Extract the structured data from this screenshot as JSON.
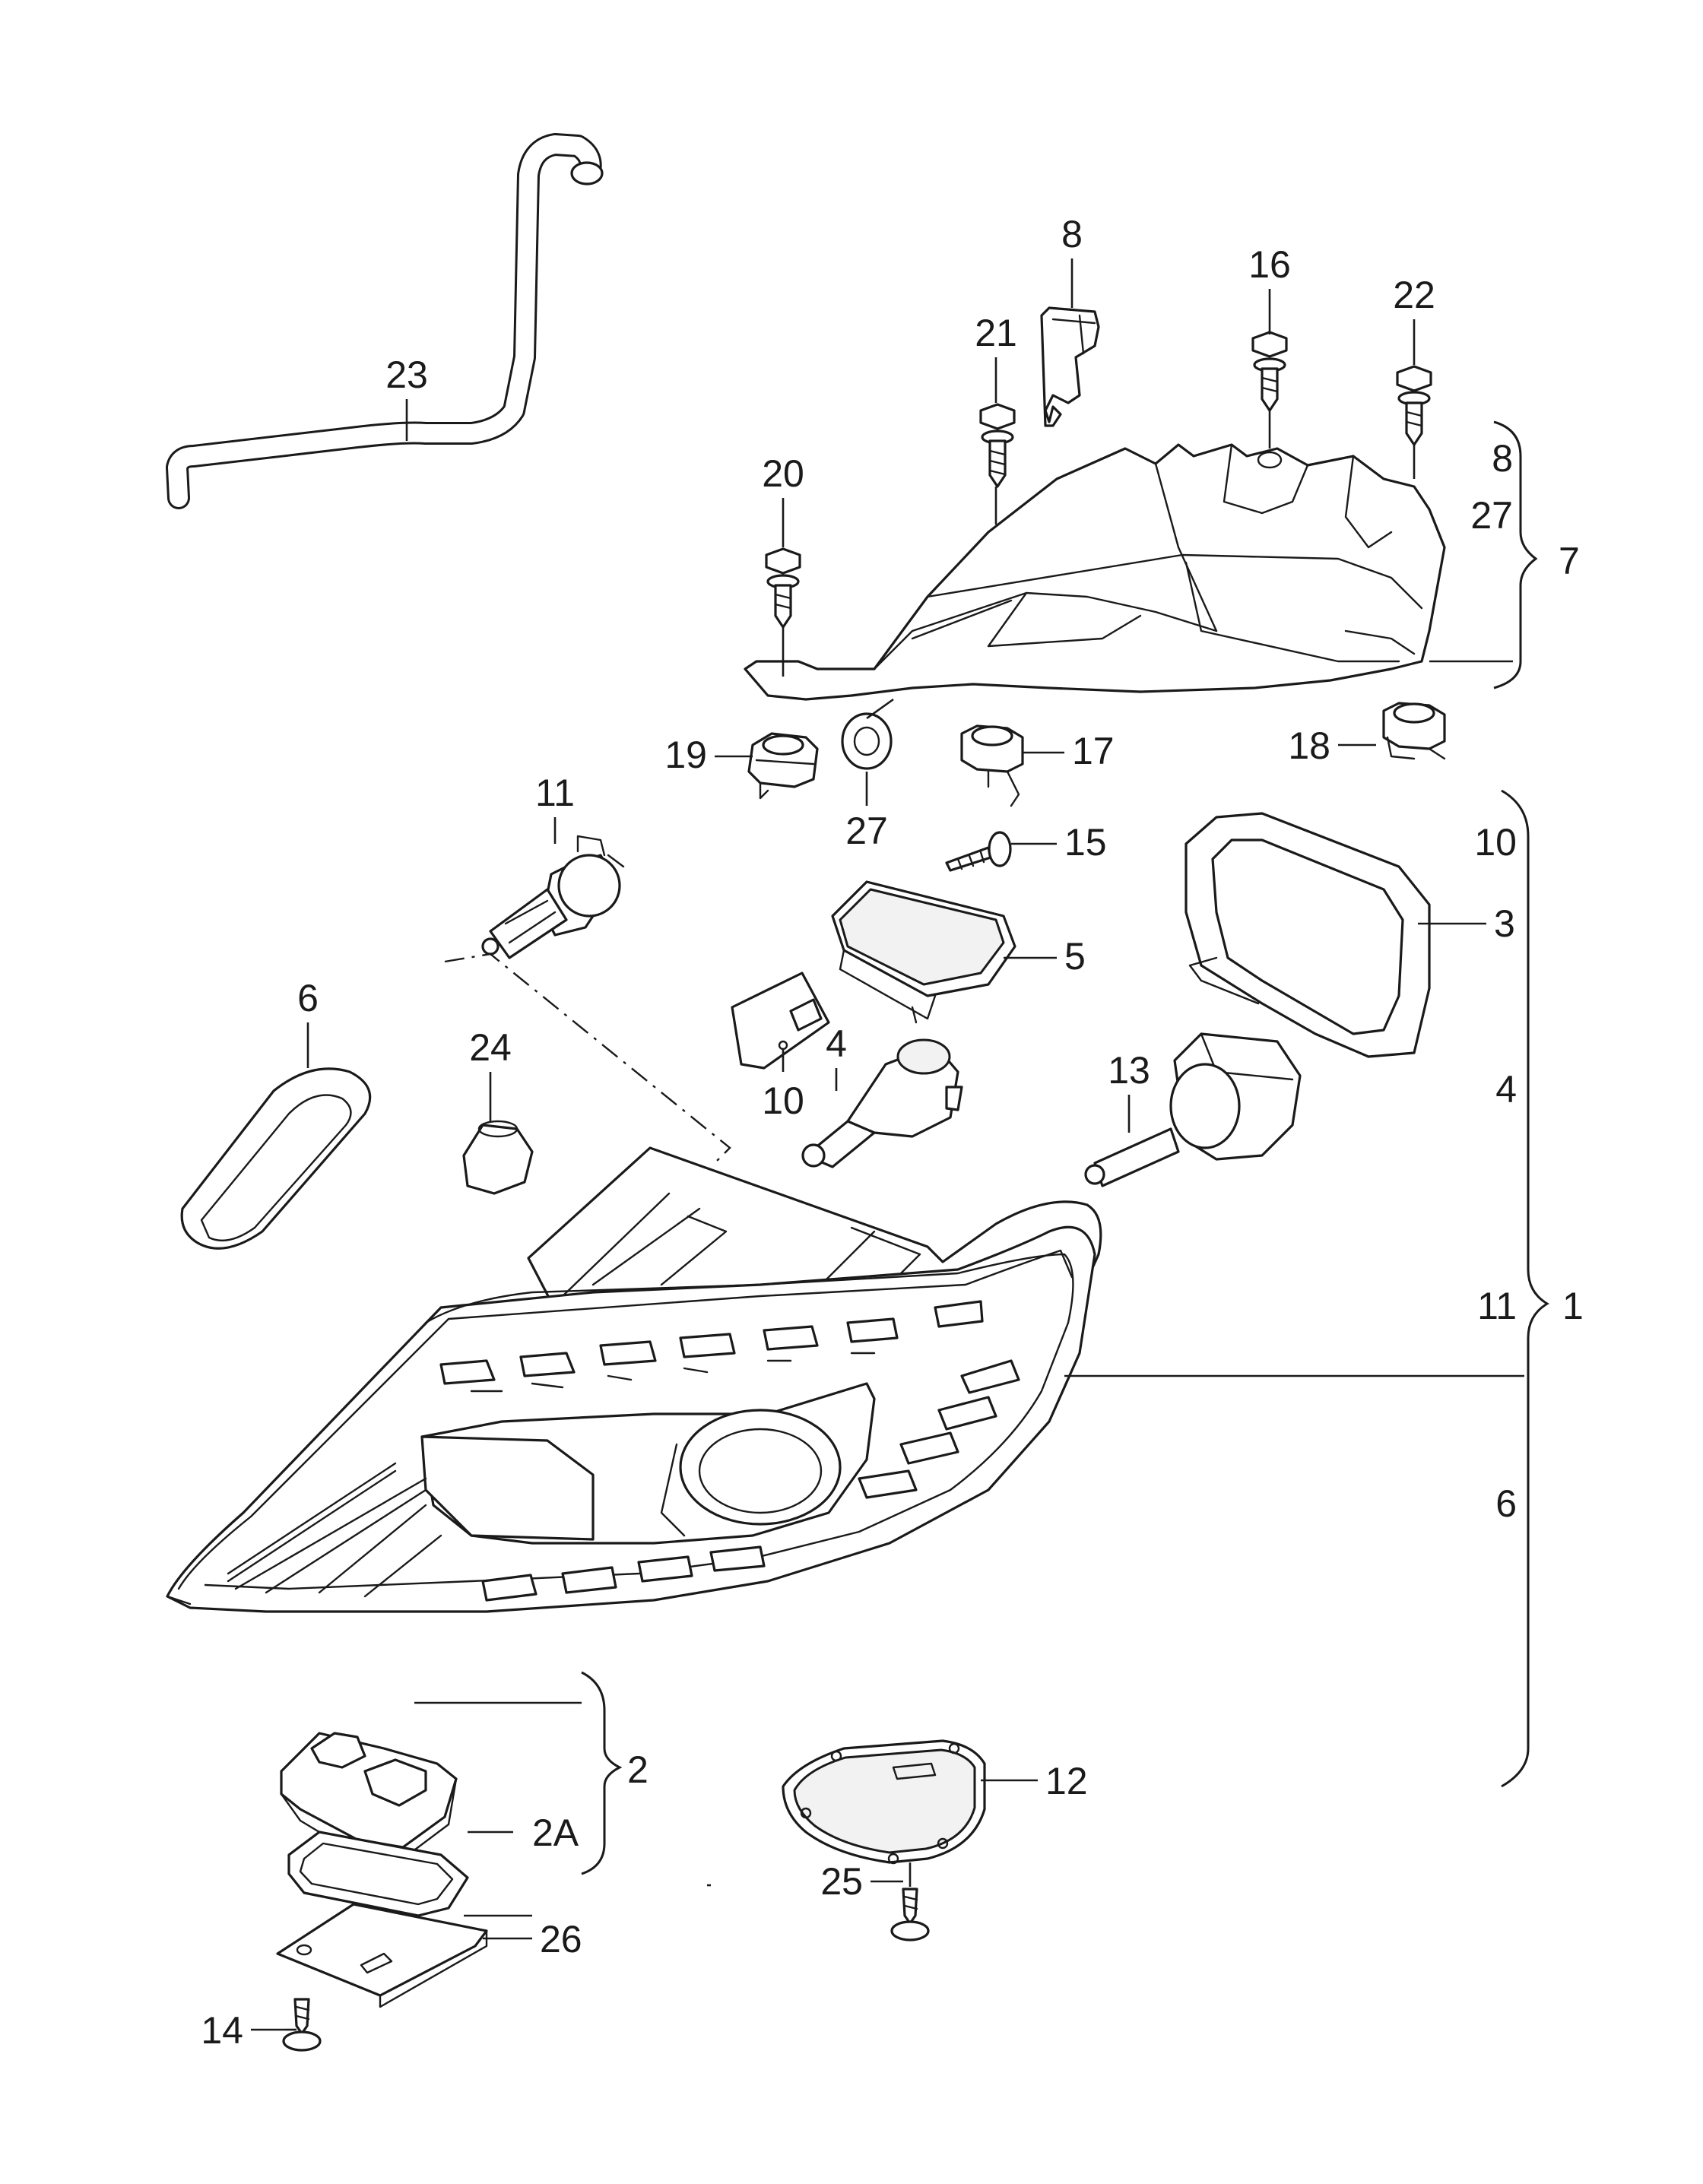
{
  "callouts": {
    "c1": "1",
    "c2": "2",
    "c2a": "2A",
    "c3": "3",
    "c4": "4",
    "c5": "5",
    "c6": "6",
    "c7": "7",
    "c8": "8",
    "c10": "10",
    "c11": "11",
    "c12": "12",
    "c13": "13",
    "c14": "14",
    "c15": "15",
    "c16": "16",
    "c17": "17",
    "c18": "18",
    "c19": "19",
    "c20": "20",
    "c21": "21",
    "c22": "22",
    "c23": "23",
    "c24": "24",
    "c25": "25",
    "c26": "26",
    "c27": "27"
  },
  "bracket7_items": {
    "a": "8",
    "b": "27"
  },
  "bracket1_items": {
    "a": "10",
    "b": "4",
    "c": "11",
    "d": "6"
  }
}
